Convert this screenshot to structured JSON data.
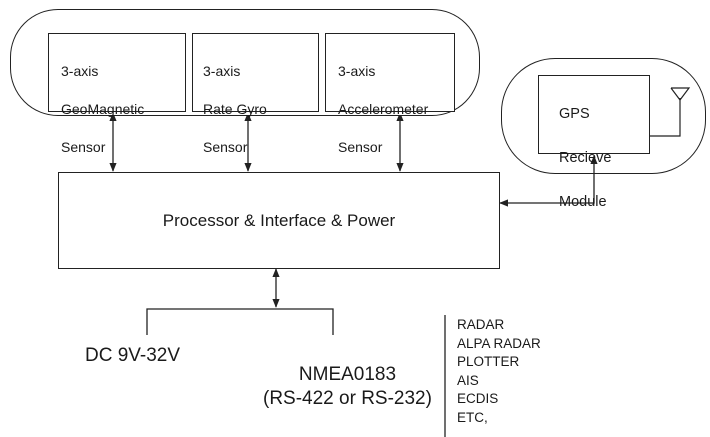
{
  "sensors": [
    {
      "line1": "3-axis",
      "line2": "GeoMagnetic",
      "line3": "Sensor"
    },
    {
      "line1": "3-axis",
      "line2": "Rate Gyro",
      "line3": "Sensor"
    },
    {
      "line1": "3-axis",
      "line2": "Accelerometer",
      "line3": "Sensor"
    }
  ],
  "gps": {
    "line1": "GPS",
    "line2": "Recieve",
    "line3": "Module"
  },
  "processor": {
    "label": "Processor & Interface & Power"
  },
  "power": {
    "label": "DC 9V-32V"
  },
  "nmea": {
    "line1": "NMEA0183",
    "line2": "(RS-422 or RS-232)"
  },
  "devices": [
    "RADAR",
    "ALPA RADAR",
    "PLOTTER",
    "AIS",
    "ECDIS",
    "ETC,"
  ]
}
